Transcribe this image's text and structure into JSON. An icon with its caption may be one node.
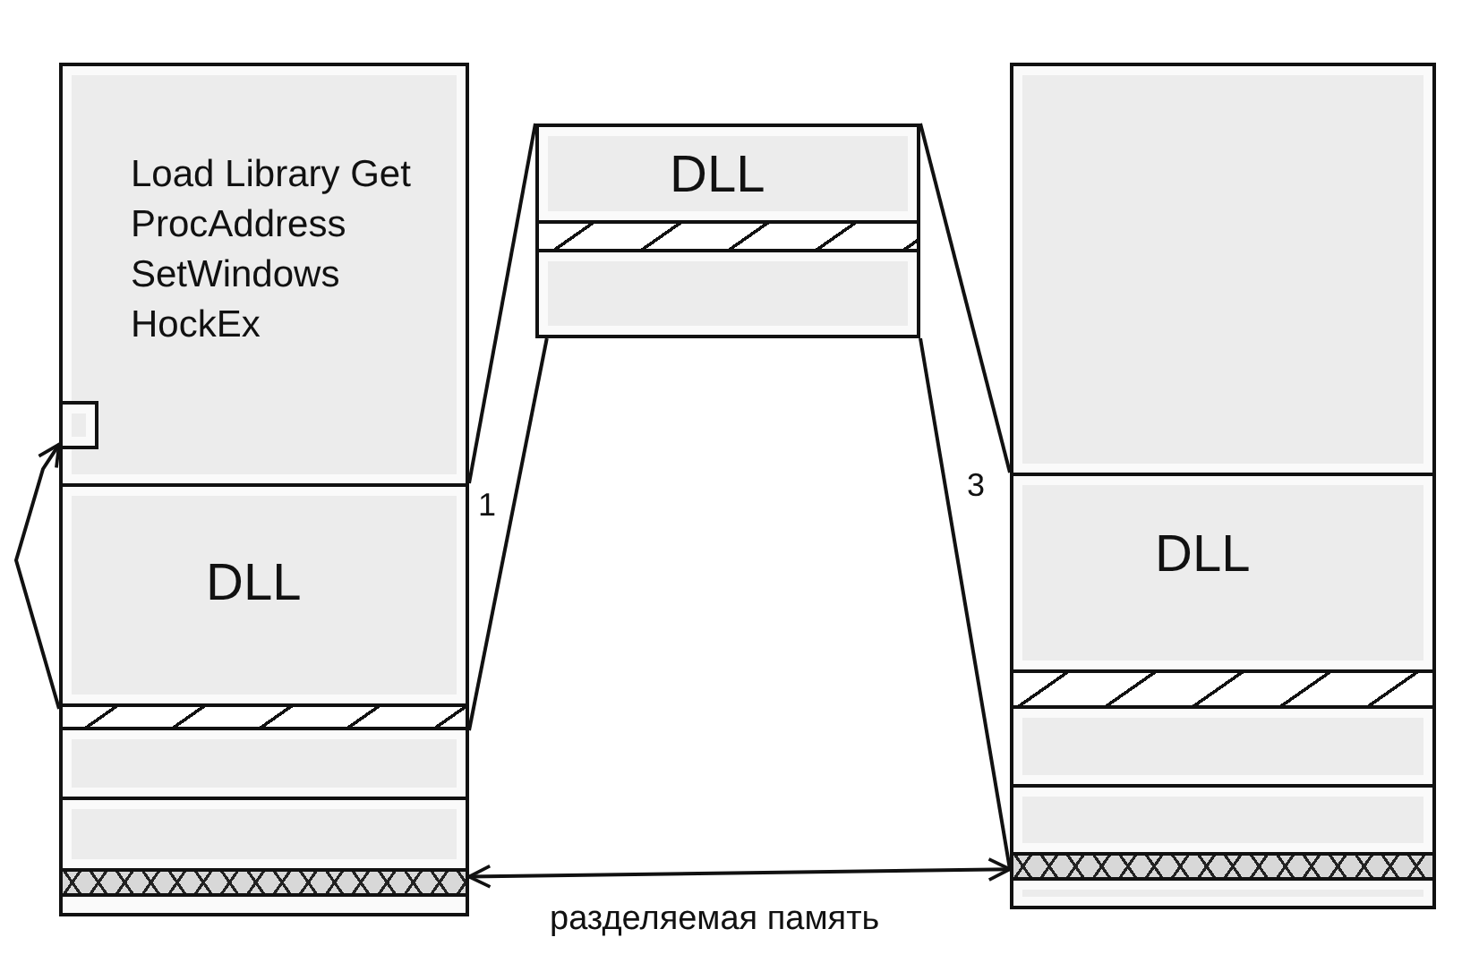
{
  "diagram": {
    "nodes": [
      {
        "text": [],
        "shape": "box"
      },
      {
        "text": [
          "Load Library Get ProcAddress SetWindows HockEx"
        ],
        "in": 0
      },
      {
        "text": [],
        "shape": "box",
        "in": 1
      },
      {
        "text": [
          "DLL"
        ],
        "in": 0
      },
      {
        "text": [],
        "shape": "bar",
        "in": 0
      },
      {
        "text": [],
        "shape": "box",
        "in": 0
      },
      {
        "text": [],
        "shape": "box",
        "in": 0
      },
      {
        "text": [],
        "shape": "bar",
        "in": 0
      },
      {
        "text": [],
        "shape": "box",
        "in": 0
      },
      {
        "text": [],
        "shape": "box"
      },
      {
        "text": [
          "DLL"
        ],
        "in": 9
      },
      {
        "text": [],
        "shape": "bar",
        "in": 9
      },
      {
        "text": [],
        "shape": "box",
        "in": 9
      },
      {
        "text": [],
        "shape": "box"
      },
      {
        "text": [],
        "shape": "box",
        "in": 13
      },
      {
        "text": [
          "DLL"
        ],
        "in": 13
      },
      {
        "text": [],
        "shape": "bar",
        "in": 13
      },
      {
        "text": [],
        "shape": "box",
        "in": 13
      },
      {
        "text": [],
        "shape": "box",
        "in": 13
      },
      {
        "text": [],
        "shape": "bar",
        "in": 13
      },
      {
        "text": [],
        "shape": "box",
        "in": 13
      }
    ],
    "edges": [
      {
        "from": 4,
        "to": 2,
        "arrow": "to"
      },
      {
        "from": 3,
        "to": 9,
        "arrow": "none"
      },
      {
        "from": 4,
        "to": 9,
        "arrow": "none"
      },
      {
        "from": 9,
        "to": 15,
        "arrow": "none"
      },
      {
        "from": 9,
        "to": 19,
        "arrow": "none"
      },
      {
        "from": 7,
        "to": 19,
        "arrow": "both",
        "label": "разделяемая память"
      }
    ],
    "labels": [
      "1",
      "3"
    ]
  }
}
